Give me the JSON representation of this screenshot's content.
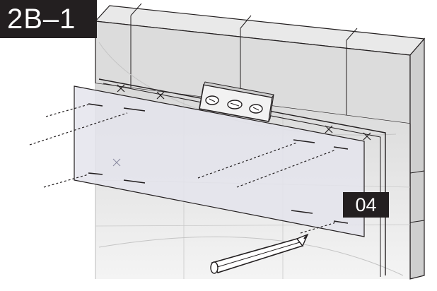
{
  "step": {
    "label": "2B–1"
  },
  "callout": {
    "label": "04"
  },
  "colors": {
    "wall_top": "#e6e6e6",
    "wall_face": "#dcdcdc",
    "wall_side": "#d0d0d0",
    "template_fill": "#e7e7ee",
    "line": "#231f20",
    "badge_bg": "#231f20",
    "badge_text": "#ffffff"
  },
  "icons": [
    "spirit-level-icon",
    "pencil-icon",
    "mounting-template",
    "brick-wall"
  ]
}
